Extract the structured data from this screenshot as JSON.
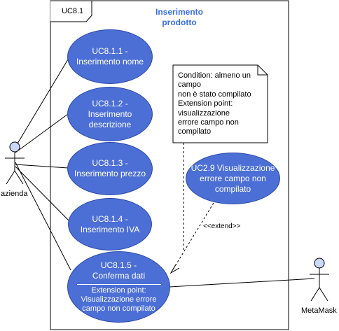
{
  "frame": {
    "label": "UC8.1"
  },
  "system": {
    "title_line1": "Inserimento",
    "title_line2": "prodotto"
  },
  "use_cases": [
    {
      "lines": [
        "UC8.1.1 -",
        "Inserimento nome"
      ]
    },
    {
      "lines": [
        "UC8.1.2 -",
        "Inserimento",
        "descrizione"
      ]
    },
    {
      "lines": [
        "UC8.1.3 -",
        "Inserimento prezzo"
      ]
    },
    {
      "lines": [
        "UC8.1.4 -",
        "Inserimento IVA"
      ]
    },
    {
      "lines": [
        "UC8.1.5 -",
        "Conferma dati"
      ],
      "extension_lines": [
        "Extension point:",
        "Visualizzazione errore",
        "campo non compilato"
      ]
    },
    {
      "lines": [
        "UC2.9 Visualizzazione",
        "errore campo non",
        "compilato"
      ]
    }
  ],
  "note": {
    "lines": [
      "Condition: almeno un",
      "campo",
      "non è stato compilato",
      "Extension point:",
      "visualizzazione",
      "errore campo non",
      "compilato"
    ]
  },
  "relations": {
    "extend_label": "<<extend>>"
  },
  "actors": {
    "left": "azienda",
    "right": "MetaMask"
  },
  "colors": {
    "use_case_fill": "#4c6fd6",
    "use_case_border": "#2c4aa8",
    "title": "#3a6ee8"
  }
}
